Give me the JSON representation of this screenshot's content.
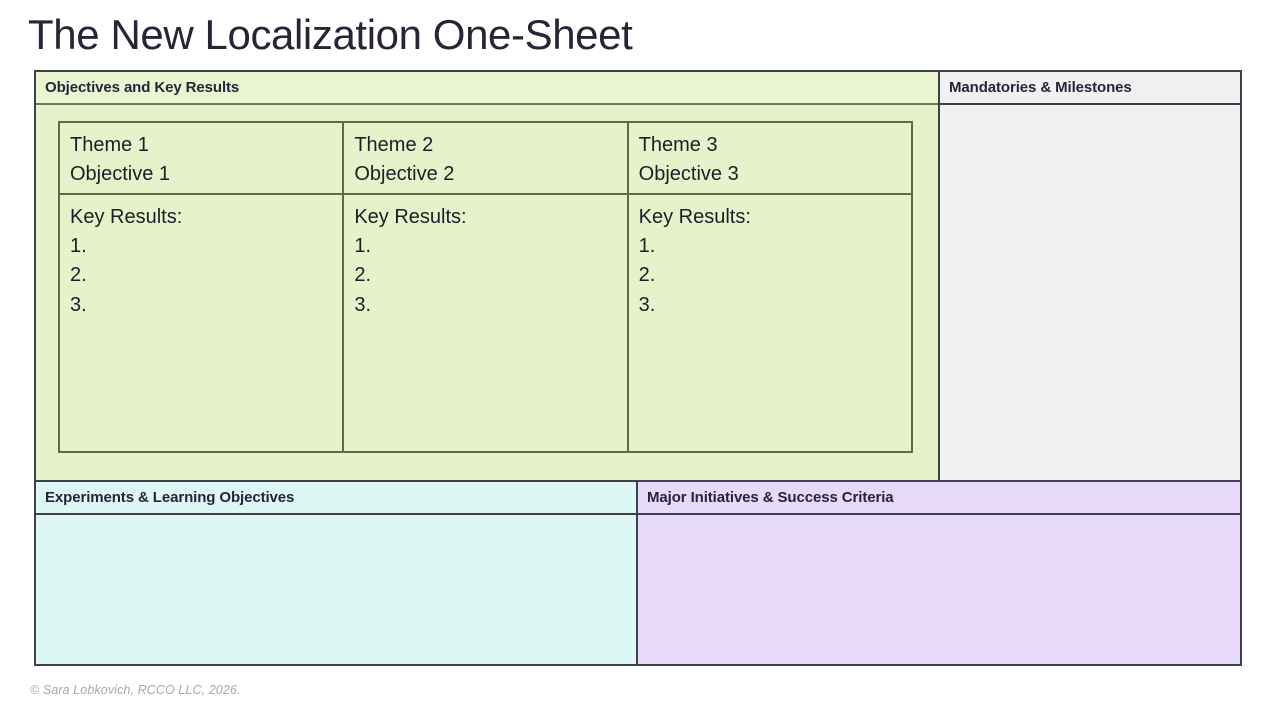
{
  "title": "The New Localization One-Sheet",
  "colors": {
    "title_text": "#262637",
    "border": "#3f3f4d",
    "okr_green": "#e6f3ca",
    "okr_green_header": "#eaf6d2",
    "okr_inner_border": "#5f6b48",
    "mandatories_gray": "#f1f1f2",
    "experiments_cyan": "#ddf7f5",
    "initiatives_purple": "#e7d9f8",
    "header_text": "#25253a",
    "body_text": "#1d1d27",
    "footer_text": "#a8a8ad"
  },
  "panels": {
    "okr": {
      "header": "Objectives and Key Results",
      "themes": [
        {
          "theme": "Theme 1",
          "objective": "Objective 1",
          "key_results_label": "Key Results:",
          "key_results": [
            "1.",
            "2.",
            "3."
          ]
        },
        {
          "theme": "Theme 2",
          "objective": "Objective 2",
          "key_results_label": "Key Results:",
          "key_results": [
            "1.",
            "2.",
            "3."
          ]
        },
        {
          "theme": "Theme 3",
          "objective": "Objective 3",
          "key_results_label": "Key Results:",
          "key_results": [
            "1.",
            "2.",
            "3."
          ]
        }
      ]
    },
    "mandatories": {
      "header": "Mandatories & Milestones",
      "body": ""
    },
    "experiments": {
      "header": "Experiments & Learning Objectives",
      "body": ""
    },
    "initiatives": {
      "header": "Major Initiatives & Success Criteria",
      "body": ""
    }
  },
  "footer": {
    "credit": "© Sara Lobkovich, RCCO LLC, 2026."
  }
}
